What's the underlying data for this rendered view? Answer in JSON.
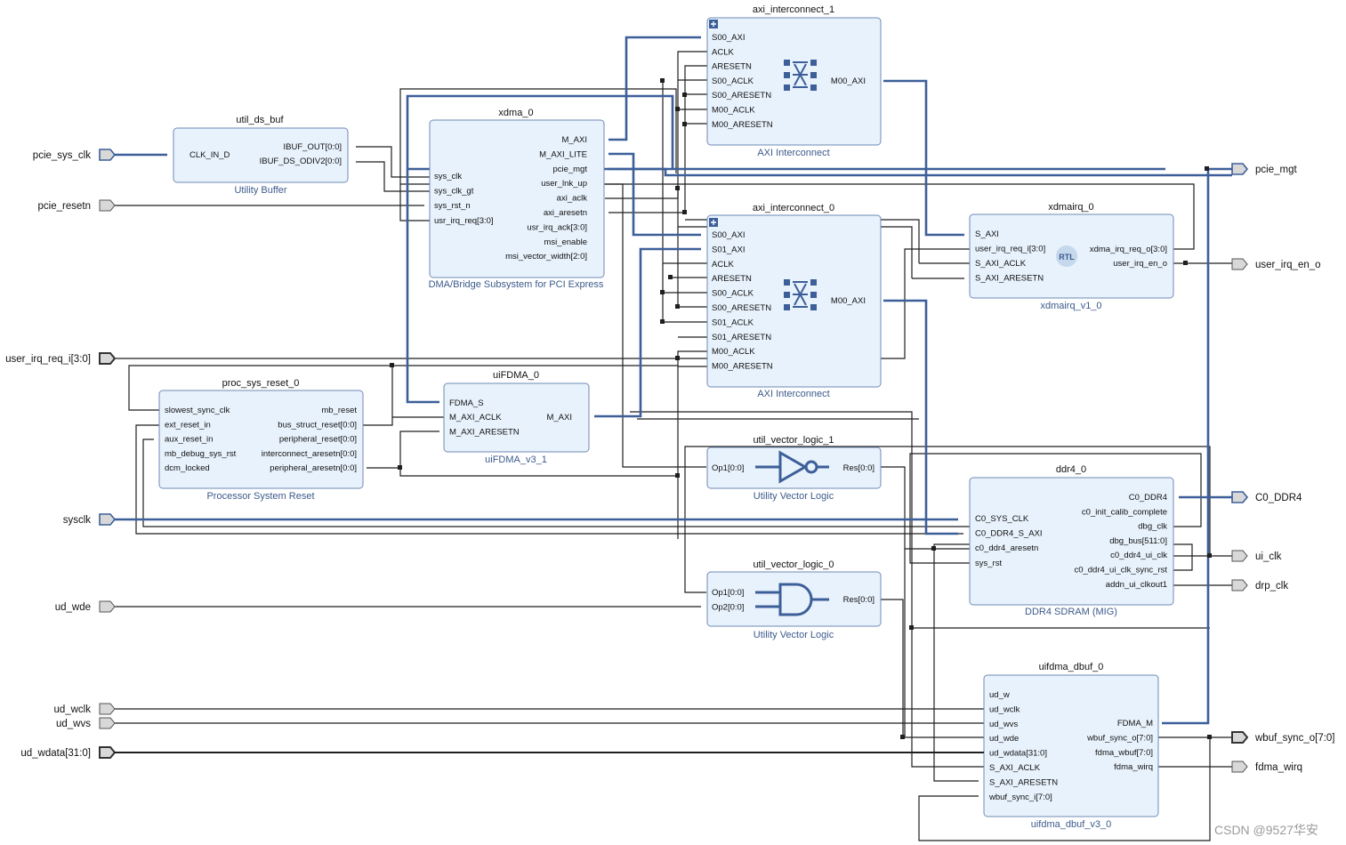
{
  "colors": {
    "block_fill": "#e8f2fc",
    "block_stroke": "#6e8bb5",
    "bus": "#3d5f99",
    "wire": "#1f1f1f",
    "caption": "#3c5a8c",
    "port_fill": "#d8d8d8"
  },
  "ext_ports": {
    "pcie_sys_clk": "pcie_sys_clk",
    "pcie_resetn": "pcie_resetn",
    "user_irq_req_i": "user_irq_req_i[3:0]",
    "sysclk": "sysclk",
    "ud_wde": "ud_wde",
    "ud_wclk": "ud_wclk",
    "ud_wvs": "ud_wvs",
    "ud_wdata": "ud_wdata[31:0]",
    "pcie_mgt": "pcie_mgt",
    "user_irq_en_o": "user_irq_en_o",
    "C0_DDR4": "C0_DDR4",
    "ui_clk": "ui_clk",
    "drp_clk": "drp_clk",
    "wbuf_sync_o": "wbuf_sync_o[7:0]",
    "fdma_wirq": "fdma_wirq"
  },
  "blocks": {
    "util_ds_buf": {
      "title": "util_ds_buf",
      "caption": "Utility Buffer",
      "inputs": [
        "CLK_IN_D"
      ],
      "outputs": [
        "IBUF_OUT[0:0]",
        "IBUF_DS_ODIV2[0:0]"
      ]
    },
    "xdma_0": {
      "title": "xdma_0",
      "caption": "DMA/Bridge Subsystem for PCI Express",
      "inputs": [
        "sys_clk",
        "sys_clk_gt",
        "sys_rst_n",
        "usr_irq_req[3:0]"
      ],
      "outputs": [
        "M_AXI",
        "M_AXI_LITE",
        "pcie_mgt",
        "user_lnk_up",
        "axi_aclk",
        "axi_aresetn",
        "usr_irq_ack[3:0]",
        "msi_enable",
        "msi_vector_width[2:0]"
      ]
    },
    "axi_interconnect_1": {
      "title": "axi_interconnect_1",
      "caption": "AXI Interconnect",
      "inputs": [
        "S00_AXI",
        "ACLK",
        "ARESETN",
        "S00_ACLK",
        "S00_ARESETN",
        "M00_ACLK",
        "M00_ARESETN"
      ],
      "outputs": [
        "M00_AXI"
      ]
    },
    "axi_interconnect_0": {
      "title": "axi_interconnect_0",
      "caption": "AXI Interconnect",
      "inputs": [
        "S00_AXI",
        "S01_AXI",
        "ACLK",
        "ARESETN",
        "S00_ACLK",
        "S00_ARESETN",
        "S01_ACLK",
        "S01_ARESETN",
        "M00_ACLK",
        "M00_ARESETN"
      ],
      "outputs": [
        "M00_AXI"
      ]
    },
    "xdmairq_0": {
      "title": "xdmairq_0",
      "caption": "xdmairq_v1_0",
      "badge": "RTL",
      "inputs": [
        "S_AXI",
        "user_irq_req_i[3:0]",
        "S_AXI_ACLK",
        "S_AXI_ARESETN"
      ],
      "outputs": [
        "xdma_irq_req_o[3:0]",
        "user_irq_en_o"
      ]
    },
    "proc_sys_reset_0": {
      "title": "proc_sys_reset_0",
      "caption": "Processor System Reset",
      "inputs": [
        "slowest_sync_clk",
        "ext_reset_in",
        "aux_reset_in",
        "mb_debug_sys_rst",
        "dcm_locked"
      ],
      "outputs": [
        "mb_reset",
        "bus_struct_reset[0:0]",
        "peripheral_reset[0:0]",
        "interconnect_aresetn[0:0]",
        "peripheral_aresetn[0:0]"
      ]
    },
    "uiFDMA_0": {
      "title": "uiFDMA_0",
      "caption": "uiFDMA_v3_1",
      "inputs": [
        "FDMA_S",
        "M_AXI_ACLK",
        "M_AXI_ARESETN"
      ],
      "outputs": [
        "M_AXI"
      ]
    },
    "util_vector_logic_1": {
      "title": "util_vector_logic_1",
      "caption": "Utility Vector Logic",
      "inputs": [
        "Op1[0:0]"
      ],
      "outputs": [
        "Res[0:0]"
      ]
    },
    "util_vector_logic_0": {
      "title": "util_vector_logic_0",
      "caption": "Utility Vector Logic",
      "inputs": [
        "Op1[0:0]",
        "Op2[0:0]"
      ],
      "outputs": [
        "Res[0:0]"
      ]
    },
    "ddr4_0": {
      "title": "ddr4_0",
      "caption": "DDR4 SDRAM (MIG)",
      "inputs": [
        "C0_SYS_CLK",
        "C0_DDR4_S_AXI",
        "c0_ddr4_aresetn",
        "sys_rst"
      ],
      "outputs": [
        "C0_DDR4",
        "c0_init_calib_complete",
        "dbg_clk",
        "dbg_bus[511:0]",
        "c0_ddr4_ui_clk",
        "c0_ddr4_ui_clk_sync_rst",
        "addn_ui_clkout1"
      ]
    },
    "uifdma_dbuf_0": {
      "title": "uifdma_dbuf_0",
      "caption": "uifdma_dbuf_v3_0",
      "inputs": [
        "ud_w",
        "ud_wclk",
        "ud_wvs",
        "ud_wde",
        "ud_wdata[31:0]",
        "S_AXI_ACLK",
        "S_AXI_ARESETN",
        "wbuf_sync_i[7:0]"
      ],
      "outputs": [
        "FDMA_M",
        "wbuf_sync_o[7:0]",
        "fdma_wbuf[7:0]",
        "fdma_wirq"
      ]
    }
  },
  "watermark": "CSDN @9527华安"
}
